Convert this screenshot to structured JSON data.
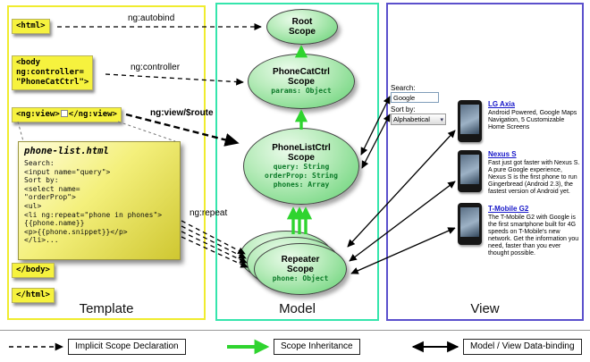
{
  "template_section": {
    "label": "Template",
    "html_open": "<html>",
    "body_open": "<body\nng:controller=\n\"PhoneCatCtrl\">",
    "ng_view": {
      "open": "<ng:view>",
      "close": "</ng:view>"
    },
    "note": {
      "title": "phone-list.html",
      "code_lines": [
        "Search:",
        "<input name=\"query\">",
        "Sort by:",
        "<select name=",
        "\"orderProp\">",
        "<ul>",
        "<li ng:repeat=\"phone in phones\">",
        "{{phone.name}}",
        "<p>{{phone.snippet}}</p>",
        "</li>..."
      ]
    },
    "body_close": "</body>",
    "html_close": "</html>"
  },
  "arrow_labels": {
    "autobind": "ng:autobind",
    "controller": "ng:controller",
    "view_route": "ng:view/$route",
    "repeat": "ng:repeat"
  },
  "model_section": {
    "label": "Model",
    "scopes": {
      "root": {
        "line1": "Root",
        "line2": "Scope"
      },
      "phonecat": {
        "line1": "PhoneCatCtrl",
        "line2": "Scope",
        "props": [
          "params: Object"
        ]
      },
      "phonelist": {
        "line1": "PhoneListCtrl",
        "line2": "Scope",
        "props": [
          "query: String",
          "orderProp: String",
          "phones: Array"
        ]
      },
      "repeater": {
        "line1": "Repeater",
        "line2": "Scope",
        "props": [
          "phone: Object"
        ]
      }
    }
  },
  "view_section": {
    "label": "View",
    "search_label": "Search:",
    "search_value": "Google",
    "sort_label": "Sort by:",
    "sort_value": "Alphabetical",
    "phones": [
      {
        "name": "LG Axia",
        "description": "Android Powered, Google Maps Navigation, 5 Customizable Home Screens"
      },
      {
        "name": "Nexus S",
        "description": "Fast just got faster with Nexus S. A pure Google experience, Nexus S is the first phone to run Gingerbread (Android 2.3), the fastest version of Android yet."
      },
      {
        "name": "T-Mobile G2",
        "description": "The T-Mobile G2 with Google is the first smartphone built for 4G speeds on T-Mobile's new network. Get the information you need, faster than you ever thought possible."
      }
    ]
  },
  "legend": {
    "implicit": "Implicit Scope Declaration",
    "inheritance": "Scope Inheritance",
    "databinding": "Model / View Data-binding"
  },
  "icons": {
    "select_chevron": "▾"
  },
  "colors": {
    "template_border": "#f0ec2f",
    "model_border": "#35e5ac",
    "view_border": "#5b50cc",
    "tag_fill": "#f6f23e",
    "scope_green": "#86dc90",
    "prop_text": "#0b7a28",
    "inheritance_arrow": "#2fd42f",
    "link_blue": "#1515c8"
  }
}
